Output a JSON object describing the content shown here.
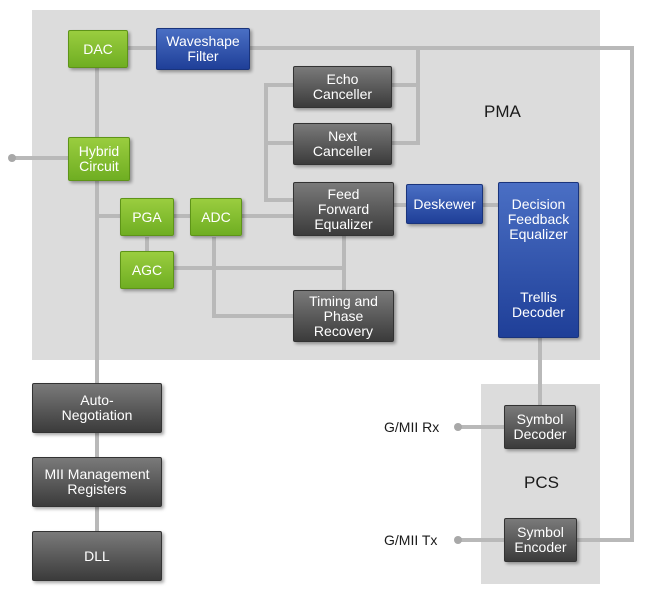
{
  "regions": {
    "pma": "PMA",
    "pcs": "PCS"
  },
  "blocks": {
    "dac": "DAC",
    "waveshape_filter": "Waveshape\nFilter",
    "echo_canceller": "Echo\nCanceller",
    "next_canceller": "Next\nCanceller",
    "hybrid_circuit": "Hybrid\nCircuit",
    "pga": "PGA",
    "adc": "ADC",
    "ffe": "Feed\nForward\nEqualizer",
    "deskewer": "Deskewer",
    "dfe": "Decision\nFeedback\nEqualizer",
    "trellis_decoder": "Trellis\nDecoder",
    "agc": "AGC",
    "timing_phase_recovery": "Timing and\nPhase\nRecovery",
    "auto_negotiation": "Auto-\nNegotiation",
    "mii_management_registers": "MII Management\nRegisters",
    "dll": "DLL",
    "symbol_decoder": "Symbol\nDecoder",
    "symbol_encoder": "Symbol\nEncoder"
  },
  "ports": {
    "gmii_rx": "G/MII Rx",
    "gmii_tx": "G/MII Tx"
  },
  "colors": {
    "region_fill": "#dcdcdc",
    "green_block": "#7cbc2c",
    "blue_block": "#2b4ba6",
    "gray_block": "#555555",
    "wire": "#b9b9b9"
  }
}
